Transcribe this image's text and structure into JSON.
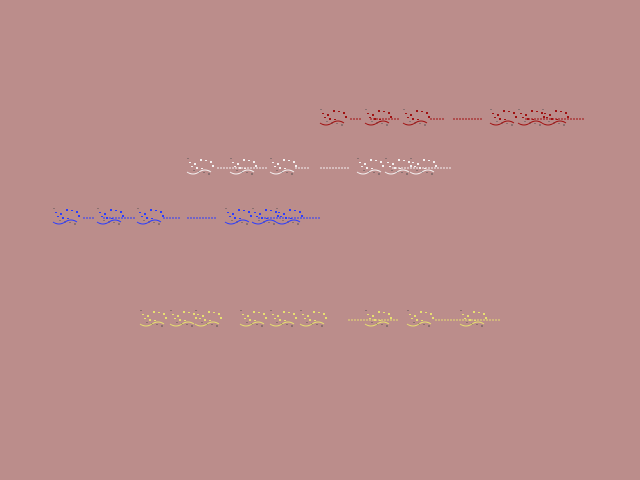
{
  "colors": {
    "background": "#bb8d8b",
    "row1": "#a01010",
    "row2": "#f4f0f0",
    "row3": "#2a3cff",
    "row4": "#e8e070"
  },
  "rows": [
    {
      "name": "glyph-row-red"
    },
    {
      "name": "glyph-row-white"
    },
    {
      "name": "glyph-row-blue"
    },
    {
      "name": "glyph-row-multicolor"
    }
  ]
}
